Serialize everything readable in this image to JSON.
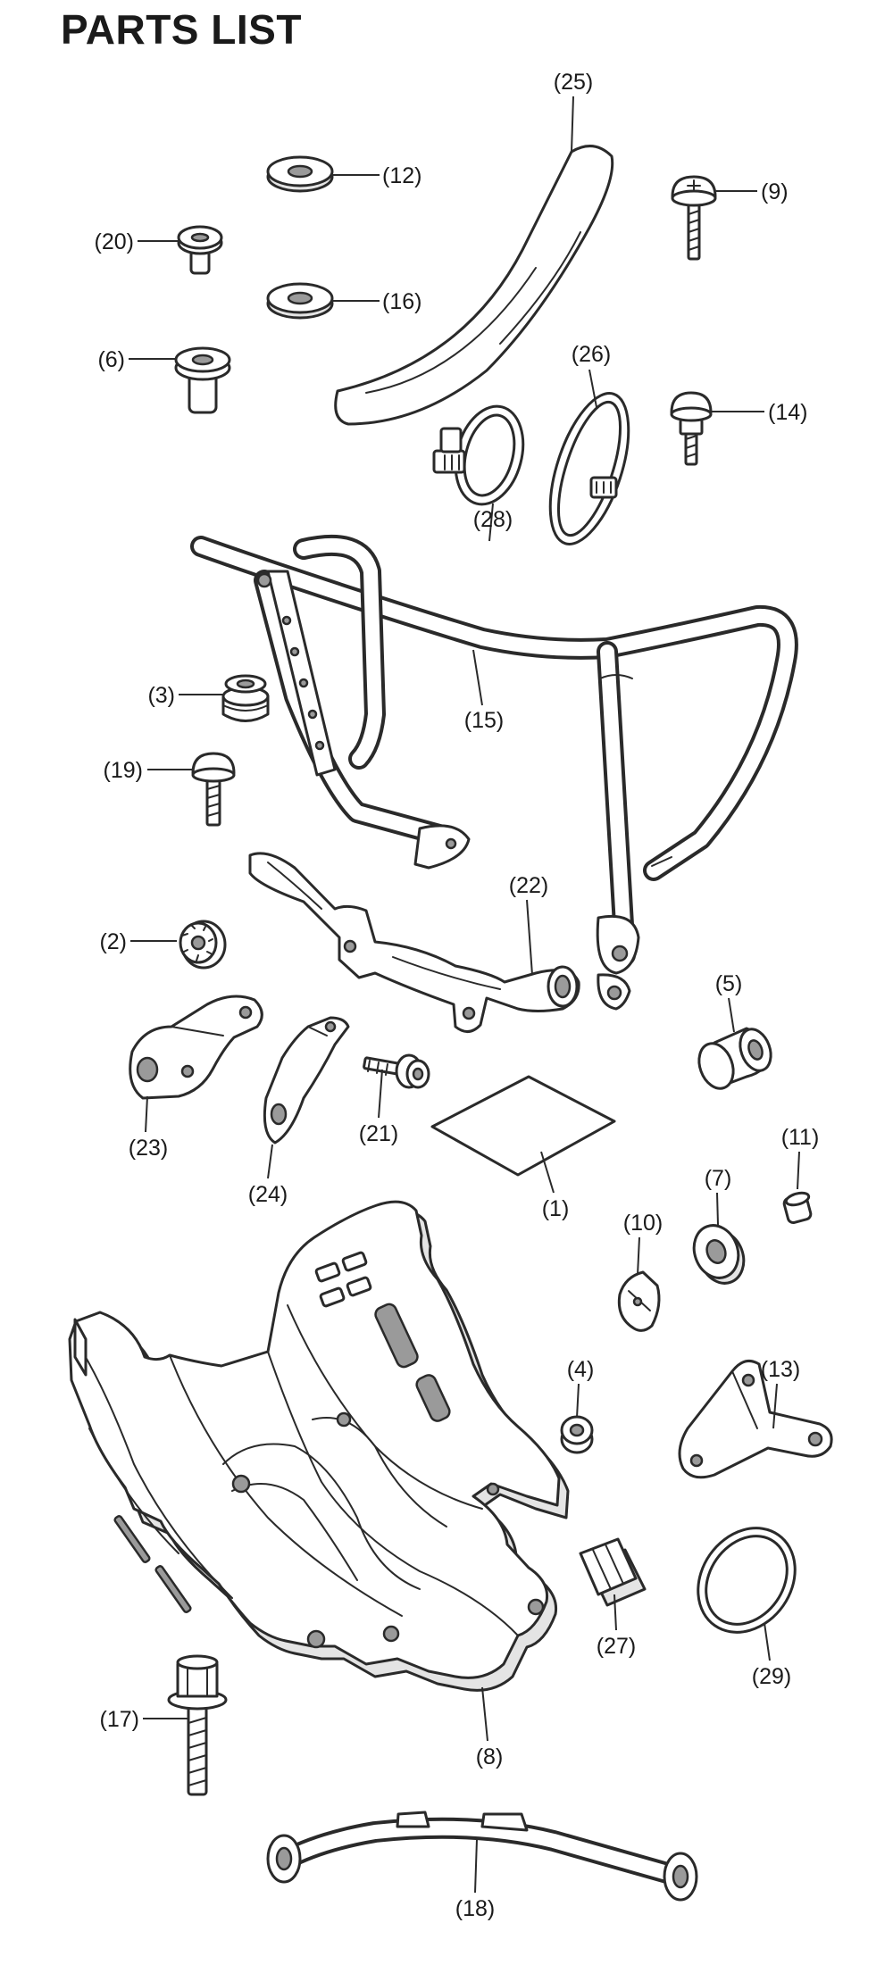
{
  "title": "PARTS LIST",
  "parts": [
    {
      "id": "1",
      "label": "(1)"
    },
    {
      "id": "2",
      "label": "(2)"
    },
    {
      "id": "3",
      "label": "(3)"
    },
    {
      "id": "4",
      "label": "(4)"
    },
    {
      "id": "5",
      "label": "(5)"
    },
    {
      "id": "6",
      "label": "(6)"
    },
    {
      "id": "7",
      "label": "(7)"
    },
    {
      "id": "8",
      "label": "(8)"
    },
    {
      "id": "9",
      "label": "(9)"
    },
    {
      "id": "10",
      "label": "(10)"
    },
    {
      "id": "11",
      "label": "(11)"
    },
    {
      "id": "12",
      "label": "(12)"
    },
    {
      "id": "13",
      "label": "(13)"
    },
    {
      "id": "14",
      "label": "(14)"
    },
    {
      "id": "15",
      "label": "(15)"
    },
    {
      "id": "16",
      "label": "(16)"
    },
    {
      "id": "17",
      "label": "(17)"
    },
    {
      "id": "18",
      "label": "(18)"
    },
    {
      "id": "19",
      "label": "(19)"
    },
    {
      "id": "20",
      "label": "(20)"
    },
    {
      "id": "21",
      "label": "(21)"
    },
    {
      "id": "22",
      "label": "(22)"
    },
    {
      "id": "23",
      "label": "(23)"
    },
    {
      "id": "24",
      "label": "(24)"
    },
    {
      "id": "25",
      "label": "(25)"
    },
    {
      "id": "26",
      "label": "(26)"
    },
    {
      "id": "27",
      "label": "(27)"
    },
    {
      "id": "28",
      "label": "(28)"
    },
    {
      "id": "29",
      "label": "(29)"
    }
  ]
}
